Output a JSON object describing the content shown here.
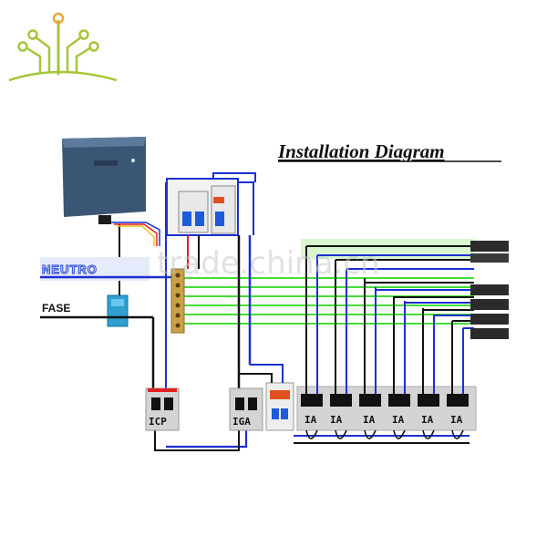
{
  "title": "Installation Diagram",
  "labels": {
    "neutro": "NEUTRO",
    "fase": "FASE",
    "icp": "ICP",
    "iga": "IGA",
    "ia": "IA"
  },
  "watermark": "trade.china.cn",
  "colors": {
    "blue_wire": "#1c2fd1",
    "black_wire": "#111111",
    "green_wire": "#44dd33",
    "red_wire": "#e02020",
    "yellow_wire": "#f0c020",
    "logo": "#a6c63a",
    "logo_dots": "#f2a23a",
    "breaker_body": "#d4d4d4",
    "enclosure": "#3b5675"
  },
  "icons": [
    "logo-circuit-icon",
    "meter-enclosure",
    "current-transformer",
    "rcbo-device",
    "busbar"
  ]
}
